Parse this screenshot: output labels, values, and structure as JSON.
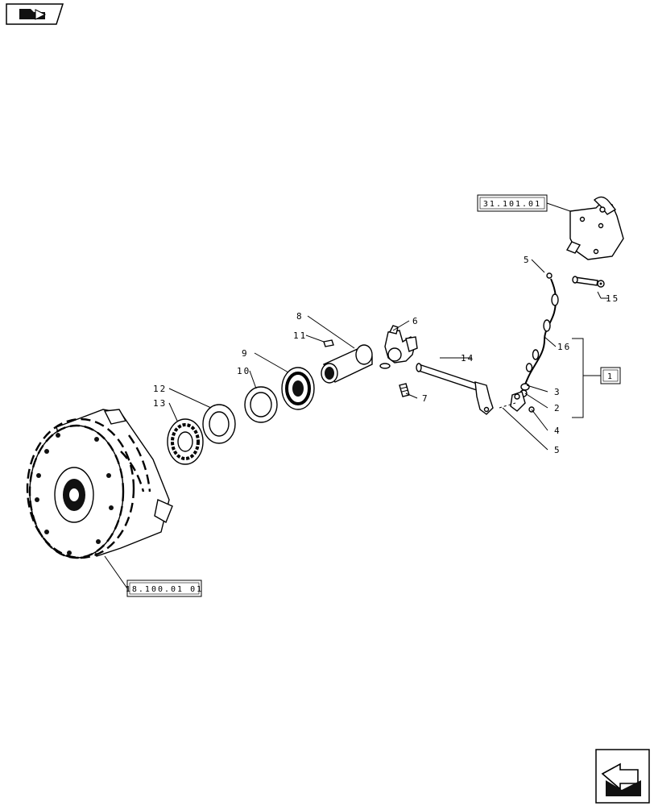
{
  "references": {
    "ref_top": "31.101.01",
    "ref_bottom": "18.100.01 01",
    "group_box": "1"
  },
  "callouts": {
    "c1": "1",
    "c2": "2",
    "c3": "3",
    "c4": "4",
    "c5a": "5",
    "c5b": "5",
    "c6": "6",
    "c7": "7",
    "c8": "8",
    "c9": "9",
    "c10": "10",
    "c11": "11",
    "c12": "12",
    "c13": "13",
    "c14": "14",
    "c15": "15",
    "c16": "16"
  },
  "icons": {
    "top_left": "previous-page-icon",
    "bottom_right": "next-page-icon"
  }
}
